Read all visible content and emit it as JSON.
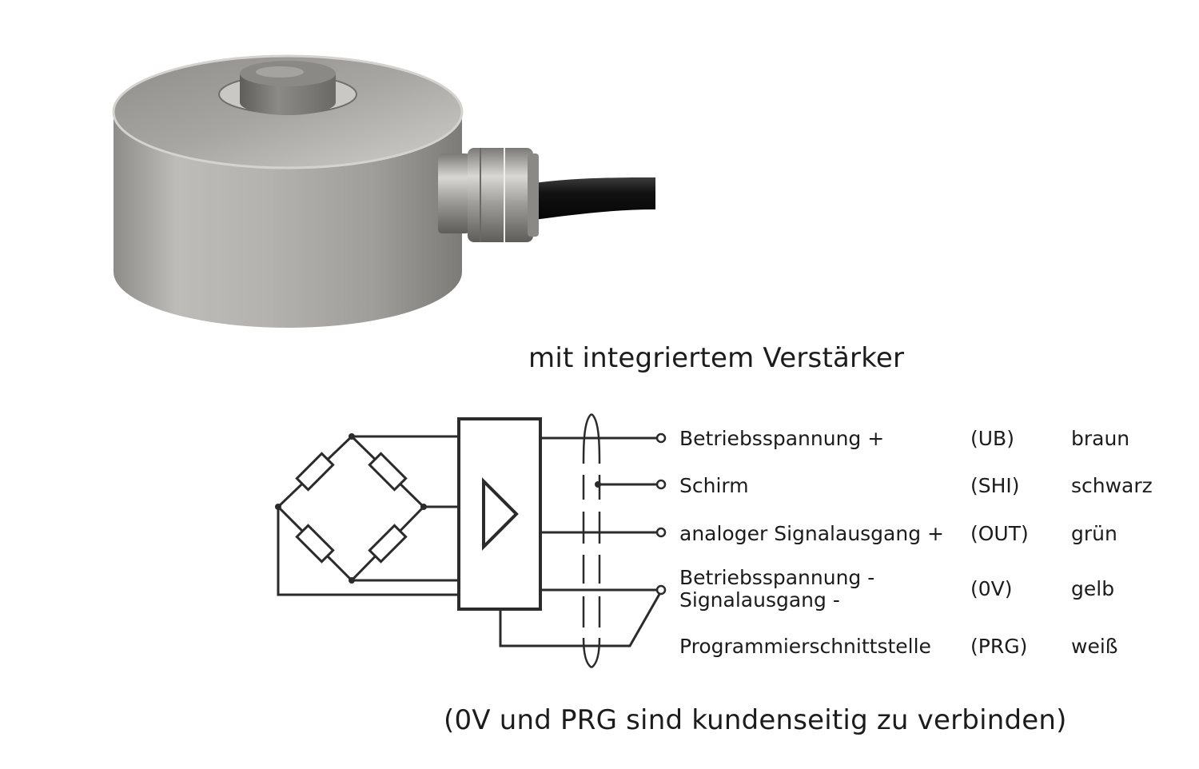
{
  "subtitle": "mit integriertem  Verstärker",
  "footnote": "(0V und PRG sind kundenseitig zu verbinden)",
  "connections": [
    {
      "signal": "Betriebsspannung +",
      "code": "(UB)",
      "color": "braun"
    },
    {
      "signal": "Schirm",
      "code": "(SHI)",
      "color": "schwarz"
    },
    {
      "signal": "analoger Signalausgang +",
      "code": "(OUT)",
      "color": "grün"
    },
    {
      "signal": "Betriebsspannung -",
      "signal2": "Signalausgang -",
      "code": "(0V)",
      "color": "gelb"
    },
    {
      "signal": "Programmierschnittstelle",
      "code": "(PRG)",
      "color": "weiß"
    }
  ],
  "colors": {
    "line": "#2b2b2b",
    "metal": "#a8a8a6",
    "cable": "#1a1a1a"
  }
}
